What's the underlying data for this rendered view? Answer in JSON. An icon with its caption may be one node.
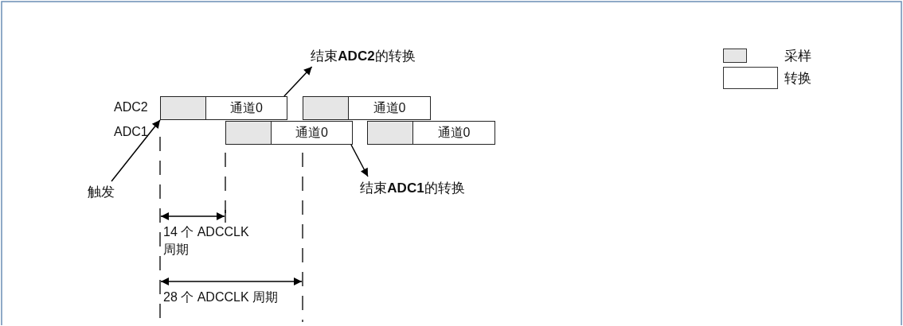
{
  "diagram": {
    "nodes": [
      {
        "text": [],
        "shape": "box"
      },
      {
        "text": [
          "通道0"
        ]
      },
      {
        "text": [],
        "shape": "box"
      },
      {
        "text": [
          "通道0"
        ]
      },
      {
        "text": [],
        "shape": "box"
      },
      {
        "text": [
          "通道0"
        ]
      },
      {
        "text": [],
        "shape": "box"
      },
      {
        "text": [
          "通道0"
        ]
      },
      {
        "text": [
          "结束**ADC2**的转换"
        ]
      },
      {
        "text": [
          "结束**ADC1**的转换"
        ]
      },
      {
        "text": [
          "触发"
        ]
      }
    ],
    "edges": [
      {
        "from": 1,
        "to": 8,
        "arrow": "to"
      },
      {
        "from": 5,
        "to": 9,
        "arrow": "to"
      },
      {
        "from": 10,
        "to": 0,
        "arrow": "to"
      }
    ],
    "labels": [
      "ADC2",
      "ADC1",
      "14 个 ADCCLK 周期",
      "28 个 ADCCLK 周期"
    ],
    "legend": [
      {
        "text": "采样",
        "color": "#e6e6e6"
      },
      {
        "text": "转换",
        "color": "#ffffff"
      }
    ]
  }
}
